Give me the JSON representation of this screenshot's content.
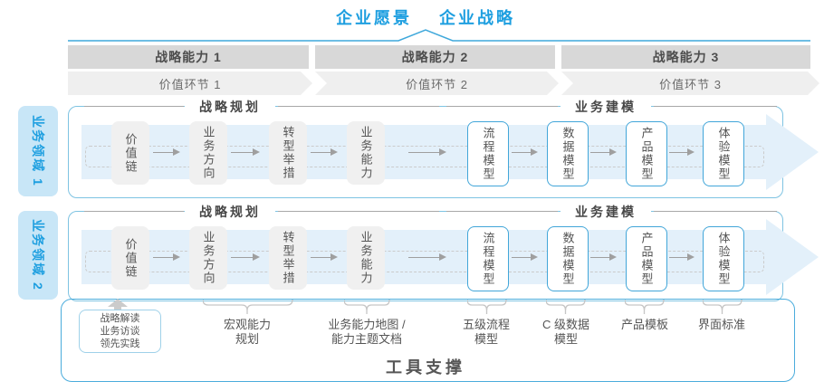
{
  "title": {
    "vision": "企业愿景",
    "strategy": "企业战略"
  },
  "capability_bars": [
    {
      "label": "战略能力 1"
    },
    {
      "label": "战略能力 2"
    },
    {
      "label": "战略能力 3"
    }
  ],
  "value_chevrons": [
    {
      "label": "价值环节 1"
    },
    {
      "label": "价值环节 2"
    },
    {
      "label": "价值环节 3"
    }
  ],
  "domain_tabs": [
    {
      "label": "业务领域 1"
    },
    {
      "label": "业务领域 2"
    }
  ],
  "row": {
    "planning_header": "战略规划",
    "modeling_header": "业务建模",
    "gray_boxes": [
      {
        "label": "价值链"
      },
      {
        "label": "业务方向"
      },
      {
        "label": "转型举措"
      },
      {
        "label": "业务能力"
      }
    ],
    "blue_boxes": [
      {
        "label": "流程模型"
      },
      {
        "label": "数据模型"
      },
      {
        "label": "产品模型"
      },
      {
        "label": "体验模型"
      }
    ]
  },
  "annotations": {
    "practice_box": "战略解读\n业务访谈\n领先实践",
    "labels": [
      "宏观能力\n规划",
      "业务能力地图 /\n能力主题文档",
      "五级流程\n模型",
      "C 级数据\n模型",
      "产品模板",
      "界面标准"
    ]
  },
  "footer": {
    "label": "工具支撑"
  },
  "colors": {
    "accent_blue": "#1E9FE0",
    "line_blue": "#3FA8DB",
    "bar_gray": "#D8D8D8",
    "chevron_gray": "#EFEFEF",
    "row_border": "#7EC3E2",
    "band_blue": "#E3F0FA",
    "box_gray": "#F0F0F0",
    "blue_box_border": "#42A6D9",
    "brace_gray": "#C6C6C6",
    "text_dark": "#4D4D4D"
  }
}
